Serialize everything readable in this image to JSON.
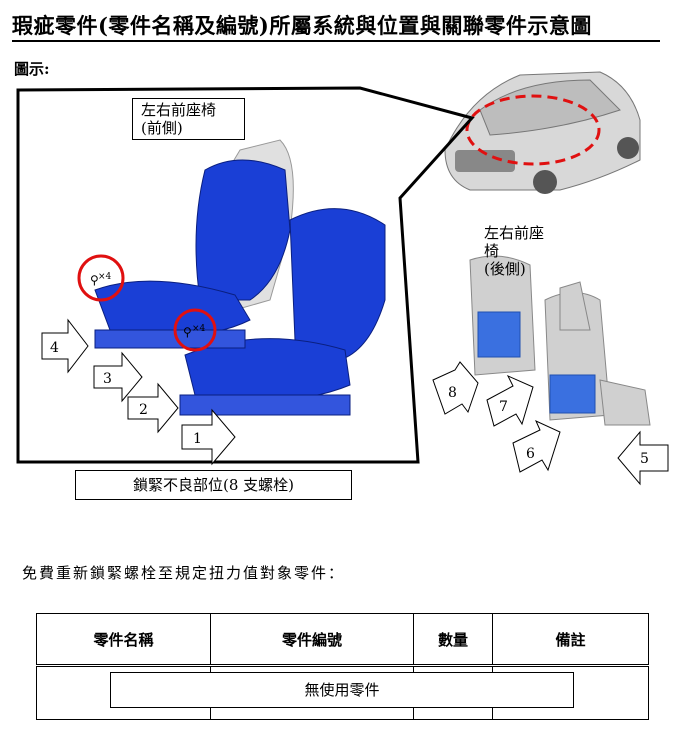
{
  "title": "瑕疵零件(零件名稱及編號)所屬系統與位置與關聯零件示意圖",
  "legend_label": "圖示:",
  "diagram": {
    "front_label_line1": "左右前座椅",
    "front_label_line2": "(前側)",
    "rear_label_line1": "左右前座椅",
    "rear_label_line2": "(後側)",
    "bolt_count_marker": "×4",
    "caption": "鎖緊不良部位(8 支螺栓)",
    "arrows": [
      "1",
      "2",
      "3",
      "4",
      "5",
      "6",
      "7",
      "8"
    ],
    "colors": {
      "seat_front": "#1a3fd6",
      "seat_rear": "#d0d0d0",
      "highlight": "#e01010"
    }
  },
  "section_label": "免費重新鎖緊螺栓至規定扭力值對象零件：",
  "table": {
    "headers": [
      "零件名稱",
      "零件編號",
      "數量",
      "備註"
    ],
    "empty_note": "無使用零件"
  }
}
